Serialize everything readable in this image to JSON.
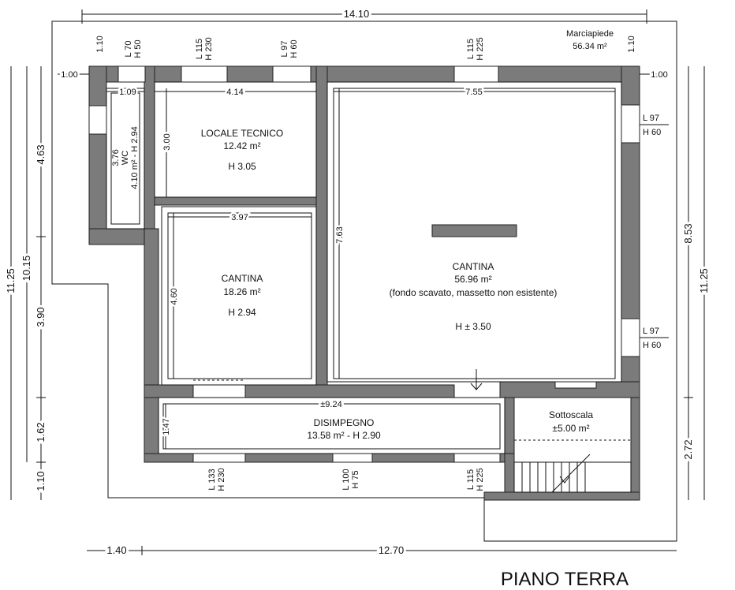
{
  "title": "PIANO TERRA",
  "marciapiede": {
    "name": "Marciapiede",
    "area": "56.34 m²"
  },
  "rooms": {
    "locale_tecnico": {
      "name": "LOCALE TECNICO",
      "area": "12.42 m²",
      "height": "H 3.05"
    },
    "cantina_small": {
      "name": "CANTINA",
      "area": "18.26 m²",
      "height": "H 2.94"
    },
    "cantina_large": {
      "name": "CANTINA",
      "area": "56.96 m²",
      "note": "(fondo scavato, massetto non esistente)",
      "height": "H ± 3.50"
    },
    "wc": {
      "name": "WC",
      "info": "4.10 m² - H 2.94"
    },
    "disimpegno": {
      "name": "DISIMPEGNO",
      "info": "13.58 m² - H 2.90"
    },
    "sottoscala": {
      "name": "Sottoscala",
      "area": "±5.00 m²"
    }
  },
  "dims": {
    "top_total": "14.10",
    "bottom_left": "1.40",
    "bottom_total": "12.70",
    "left_outer": "11.25",
    "left_mid": "10.15",
    "left_a": "4.63",
    "left_b": "3.90",
    "left_c": "1.62",
    "left_d": "1.10",
    "right_outer": "11.25",
    "right_a": "8.53",
    "right_b": "2.72",
    "top_left_110": "1.10",
    "top_right_110": "1.10",
    "side_left_100": "1.00",
    "side_right_100": "1.00",
    "wc_width": "1.09",
    "lt_width": "4.14",
    "cl_width": "7.55",
    "wc_len": "3.76",
    "lt_depth": "3.00",
    "cs_width": "3.97",
    "cs_depth": "4.60",
    "cl_depth": "7.63",
    "dis_width": "±9.24",
    "dis_depth": "1.47"
  },
  "openings": {
    "top": [
      {
        "l": "L 70",
        "h": "H 50"
      },
      {
        "l": "L 115",
        "h": "H 230"
      },
      {
        "l": "L 97",
        "h": "H 60"
      },
      {
        "l": "L 115",
        "h": "H 225"
      }
    ],
    "bottom": [
      {
        "l": "L 133",
        "h": "H 230"
      },
      {
        "l": "L 100",
        "h": "H 75"
      },
      {
        "l": "L 115",
        "h": "H 225"
      }
    ],
    "right": [
      {
        "l": "L 97",
        "h": "H 60"
      },
      {
        "l": "L 97",
        "h": "H 60"
      }
    ]
  }
}
